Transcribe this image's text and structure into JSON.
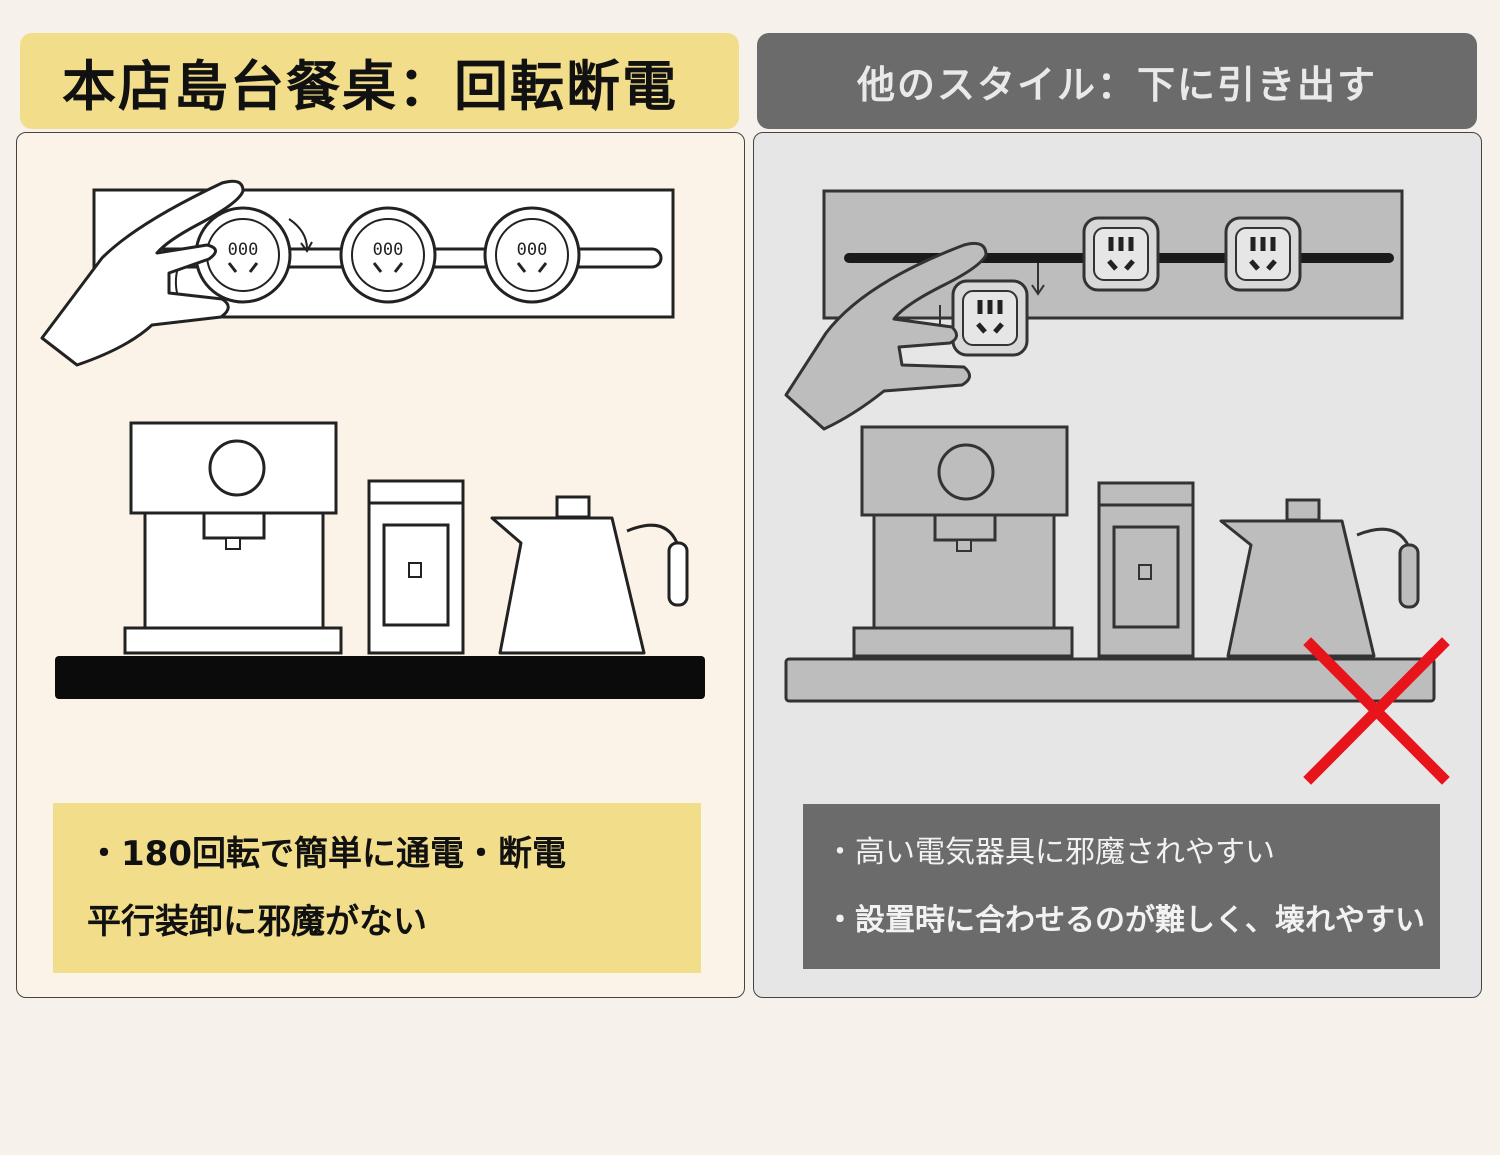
{
  "left": {
    "title": "本店島台餐桌：回転断電",
    "points": [
      "・180回転で簡単に通電・断電",
      "平行装卸に邪魔がない"
    ]
  },
  "right": {
    "title": "他のスタイル：下に引き出す",
    "points": [
      "・高い電気器具に邪魔されやすい",
      "・設置時に合わせるのが難しく、壊れやすい"
    ]
  },
  "colors": {
    "accent_yellow": "#f2de8a",
    "accent_gray": "#6b6b6b",
    "cross_red": "#e8141b"
  },
  "icons": [
    "hand-icon",
    "socket-icon",
    "coffee-machine-icon",
    "blender-icon",
    "kettle-icon",
    "cross-mark-icon"
  ]
}
